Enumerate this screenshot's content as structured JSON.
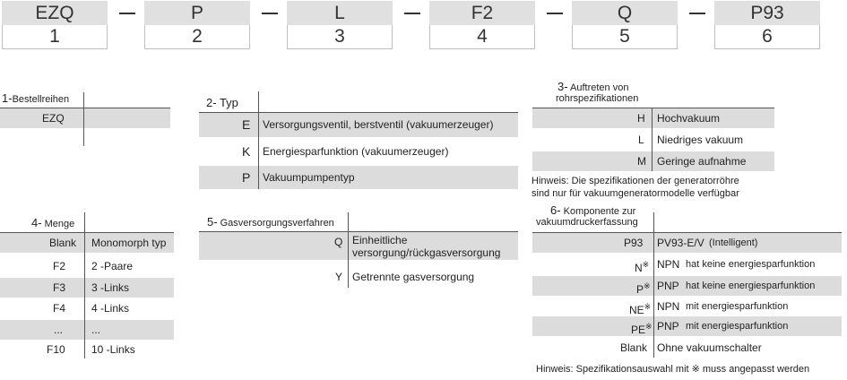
{
  "code_segments": [
    {
      "code": "EZQ",
      "index": "1"
    },
    {
      "code": "P",
      "index": "2"
    },
    {
      "code": "L",
      "index": "3"
    },
    {
      "code": "F2",
      "index": "4"
    },
    {
      "code": "Q",
      "index": "5"
    },
    {
      "code": "P93",
      "index": "6"
    }
  ],
  "s1": {
    "num": "1-",
    "title": "Bestellreihen",
    "rows": [
      {
        "code": "EZQ",
        "desc": ""
      }
    ]
  },
  "s2": {
    "num": "2-",
    "title": "Typ",
    "rows": [
      {
        "code": "E",
        "desc": "Versorgungsventil, berstventil (vakuumerzeuger)"
      },
      {
        "code": "K",
        "desc": "Energiesparfunktion (vakuumerzeuger)"
      },
      {
        "code": "P",
        "desc": "Vakuumpumpentyp"
      }
    ]
  },
  "s3": {
    "num": "3-",
    "title_line1": "Auftreten von",
    "title_line2": "rohrspezifikationen",
    "rows": [
      {
        "code": "H",
        "desc": "Hochvakuum"
      },
      {
        "code": "L",
        "desc": "Niedriges vakuum"
      },
      {
        "code": "M",
        "desc": "Geringe aufnahme"
      }
    ],
    "note_line1": "Hinweis: Die spezifikationen der generatorröhre",
    "note_line2": "sind nur für vakuumgeneratormodelle verfügbar"
  },
  "s4": {
    "num": "4-",
    "title": "Menge",
    "rows": [
      {
        "code": "Blank",
        "desc": "Monomorph typ"
      },
      {
        "code": "F2",
        "desc": "2 -Paare"
      },
      {
        "code": "F3",
        "desc": "3 -Links"
      },
      {
        "code": "F4",
        "desc": "4 -Links"
      },
      {
        "code": "...",
        "desc": "..."
      },
      {
        "code": "F10",
        "desc": "10 -Links"
      }
    ]
  },
  "s5": {
    "num": "5-",
    "title": "Gasversorgungsverfahren",
    "rows": [
      {
        "code": "Q",
        "desc_line1": "Einheitliche",
        "desc_line2": "versorgung/rückgasversorgung"
      },
      {
        "code": "Y",
        "desc_line1": "Getrennte gasversorgung",
        "desc_line2": ""
      }
    ]
  },
  "s6": {
    "num": "6-",
    "title_line1": "Komponente zur",
    "title_line2": "vakuumdruckerfassung",
    "rows": [
      {
        "code": "P93",
        "mark": "",
        "desc": "PV93-E/V",
        "extra": "(Intelligent)"
      },
      {
        "code": "N",
        "mark": "※",
        "desc": "NPN",
        "extra": "hat keine energiesparfunktion"
      },
      {
        "code": "P",
        "mark": "※",
        "desc": "PNP",
        "extra": "hat keine energiesparfunktion"
      },
      {
        "code": "NE",
        "mark": "※",
        "desc": "NPN",
        "extra": "mit energiesparfunktion"
      },
      {
        "code": "PE",
        "mark": "※",
        "desc": "PNP",
        "extra": "mit energiesparfunktion"
      },
      {
        "code": "Blank",
        "mark": "",
        "desc": "Ohne vakuumschalter",
        "extra": ""
      }
    ],
    "note": "Hinweis: Spezifikationsauswahl mit ※ muss angepasst werden"
  }
}
